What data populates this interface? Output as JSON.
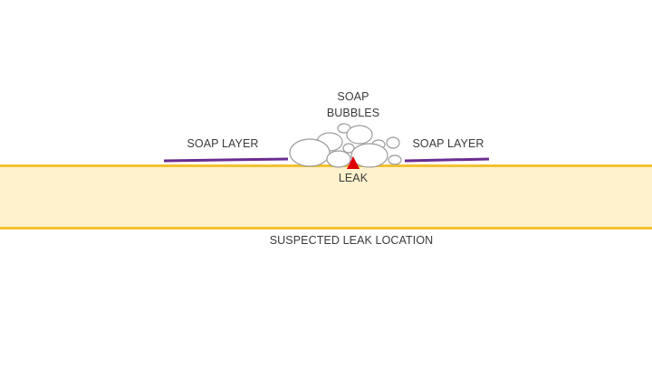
{
  "diagram": {
    "title": "SUSPECTED LEAK LOCATION",
    "labels": {
      "bubbles_line1": "SOAP",
      "bubbles_line2": "BUBBLES",
      "soap_layer_left": "SOAP LAYER",
      "soap_layer_right": "SOAP LAYER",
      "leak": "LEAK",
      "caption": "SUSPECTED LEAK LOCATION"
    },
    "colors": {
      "pipe_fill": "#fff2cc",
      "pipe_border": "#f2c230",
      "soap_layer": "#6a2c91",
      "leak_marker": "#e00000",
      "bubble_stroke": "#9a9a9a",
      "text": "#3a3a3a"
    },
    "components": [
      "pipe",
      "soap-layer-left",
      "soap-layer-right",
      "soap-bubbles",
      "leak-marker"
    ]
  }
}
